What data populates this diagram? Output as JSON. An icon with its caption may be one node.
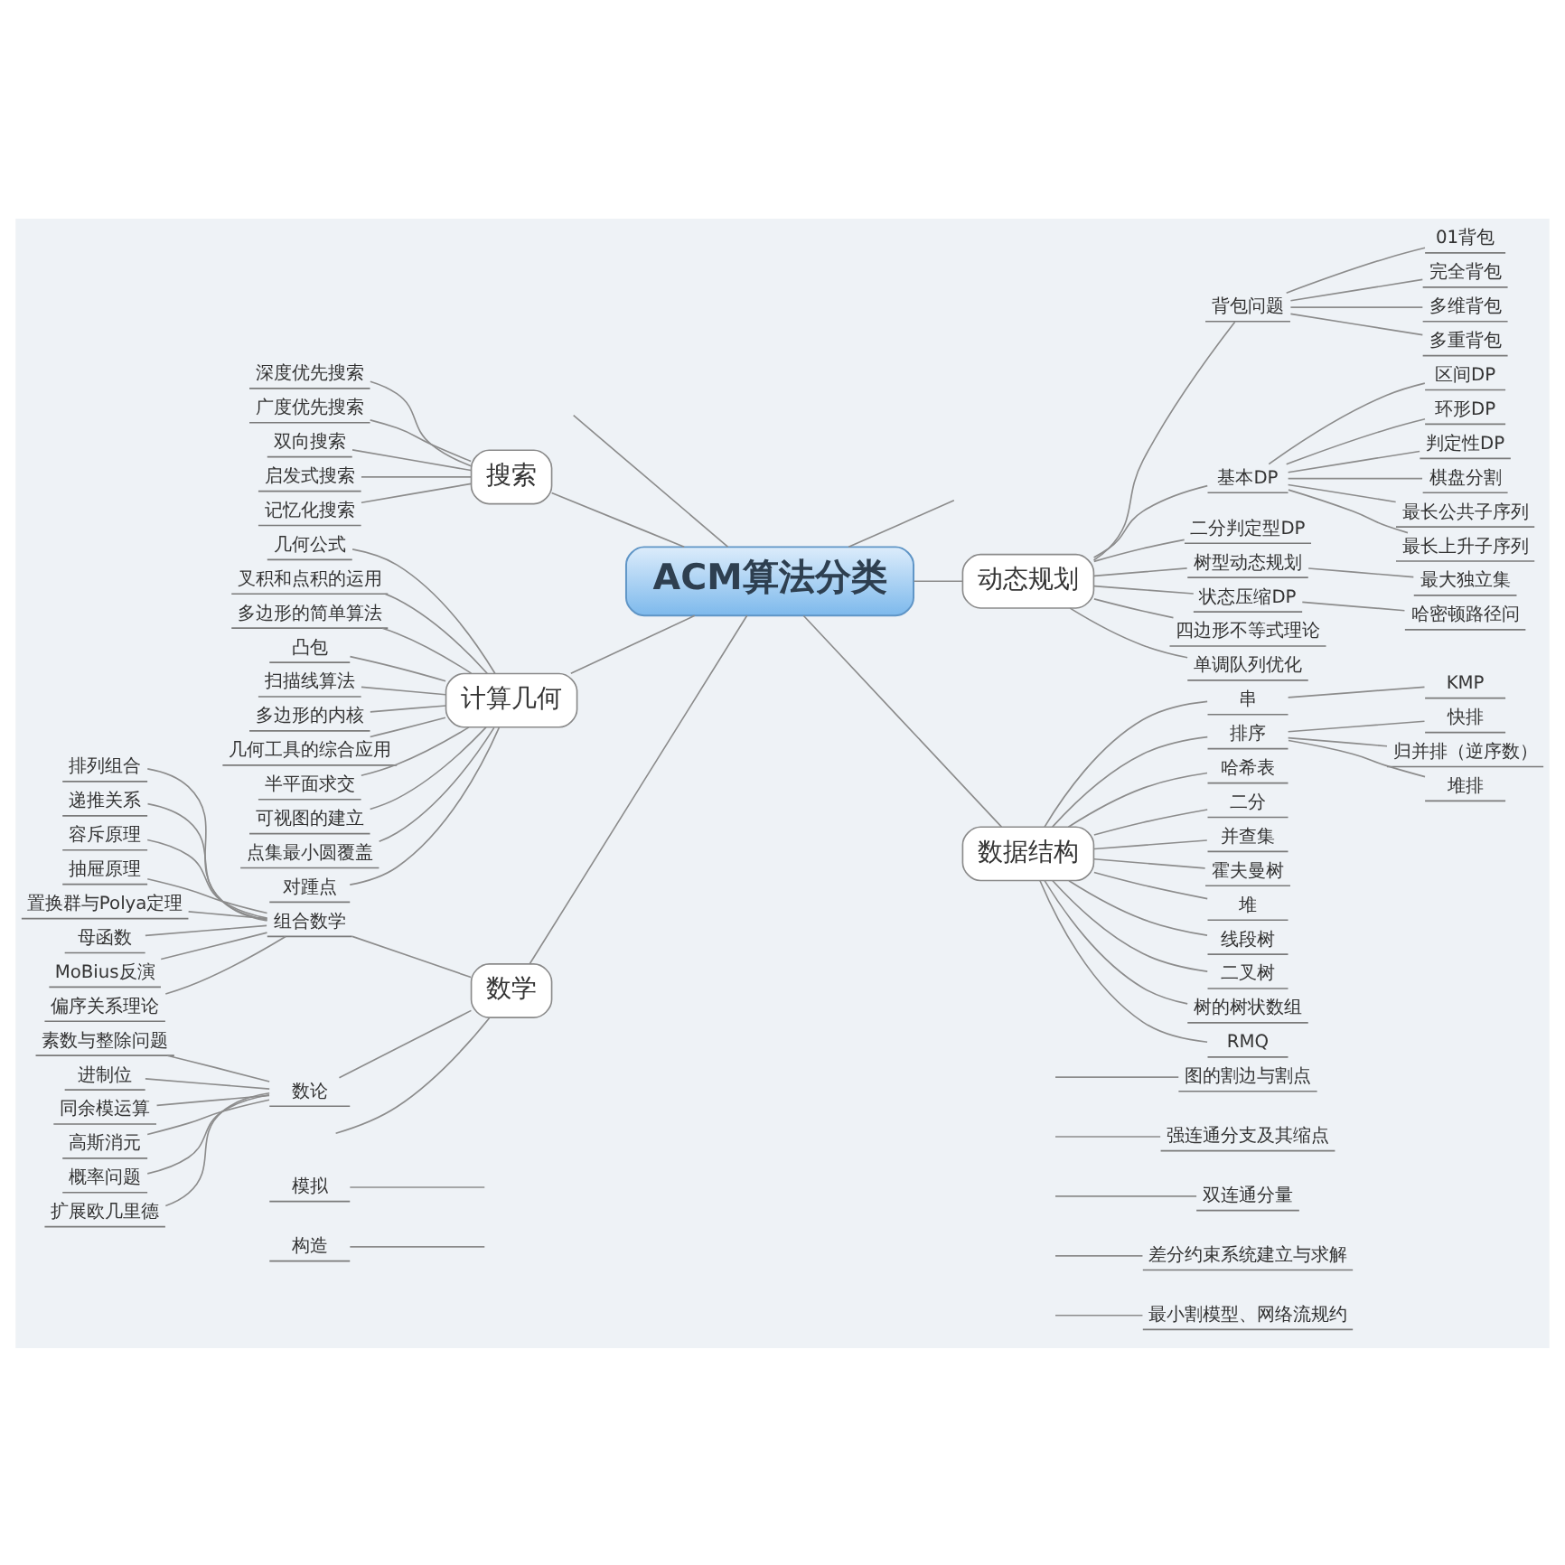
{
  "diagram": {
    "nodes": [
      {
        "text": [
          "ACM算法分类"
        ]
      },
      {
        "text": [
          "构造"
        ]
      },
      {
        "text": [
          "模拟"
        ]
      },
      {
        "text": [
          "搜索"
        ]
      },
      {
        "text": [
          "深度优先搜索"
        ]
      },
      {
        "text": [
          "广度优先搜索"
        ]
      },
      {
        "text": [
          "双向搜索"
        ]
      },
      {
        "text": [
          "启发式搜索"
        ]
      },
      {
        "text": [
          "记忆化搜索"
        ]
      },
      {
        "text": [
          "计算几何"
        ]
      },
      {
        "text": [
          "几何公式"
        ]
      },
      {
        "text": [
          "叉积和点积的运用"
        ]
      },
      {
        "text": [
          "多边形的简单算法"
        ]
      },
      {
        "text": [
          "凸包"
        ]
      },
      {
        "text": [
          "扫描线算法"
        ]
      },
      {
        "text": [
          "多边形的内核"
        ]
      },
      {
        "text": [
          "几何工具的综合应用"
        ]
      },
      {
        "text": [
          "半平面求交"
        ]
      },
      {
        "text": [
          "可视图的建立"
        ]
      },
      {
        "text": [
          "点集最小圆覆盖"
        ]
      },
      {
        "text": [
          "对踵点"
        ]
      },
      {
        "text": [
          "数学"
        ]
      },
      {
        "text": [
          "组合数学"
        ]
      },
      {
        "text": [
          "排列组合"
        ]
      },
      {
        "text": [
          "递推关系"
        ]
      },
      {
        "text": [
          "容斥原理"
        ]
      },
      {
        "text": [
          "抽屉原理"
        ]
      },
      {
        "text": [
          "置换群与Polya定理"
        ]
      },
      {
        "text": [
          "母函数"
        ]
      },
      {
        "text": [
          "MoBius反演"
        ]
      },
      {
        "text": [
          "偏序关系理论"
        ]
      },
      {
        "text": [
          "数论"
        ]
      },
      {
        "text": [
          "素数与整除问题"
        ]
      },
      {
        "text": [
          "进制位"
        ]
      },
      {
        "text": [
          "同余模运算"
        ]
      },
      {
        "text": [
          "高斯消元"
        ]
      },
      {
        "text": [
          "概率问题"
        ]
      },
      {
        "text": [
          "扩展欧几里德"
        ]
      },
      {
        "text": [
          "最小割模型、网络流规约"
        ]
      },
      {
        "text": [
          "差分约束系统建立与求解"
        ]
      },
      {
        "text": [
          "双连通分量"
        ]
      },
      {
        "text": [
          "强连通分支及其缩点"
        ]
      },
      {
        "text": [
          "图的割边与割点"
        ]
      },
      {
        "text": [
          "动态规划"
        ]
      },
      {
        "text": [
          "背包问题"
        ]
      },
      {
        "text": [
          "01背包"
        ]
      },
      {
        "text": [
          "完全背包"
        ]
      },
      {
        "text": [
          "多维背包"
        ]
      },
      {
        "text": [
          "多重背包"
        ]
      },
      {
        "text": [
          "基本DP"
        ]
      },
      {
        "text": [
          "区间DP"
        ]
      },
      {
        "text": [
          "环形DP"
        ]
      },
      {
        "text": [
          "判定性DP"
        ]
      },
      {
        "text": [
          "棋盘分割"
        ]
      },
      {
        "text": [
          "最长公共子序列"
        ]
      },
      {
        "text": [
          "最长上升子序列"
        ]
      },
      {
        "text": [
          "二分判定型DP"
        ]
      },
      {
        "text": [
          "树型动态规划"
        ]
      },
      {
        "text": [
          "最大独立集"
        ]
      },
      {
        "text": [
          "状态压缩DP"
        ]
      },
      {
        "text": [
          "哈密顿路径问"
        ]
      },
      {
        "text": [
          "四边形不等式理论"
        ]
      },
      {
        "text": [
          "单调队列优化"
        ]
      },
      {
        "text": [
          "数据结构"
        ]
      },
      {
        "text": [
          "串"
        ]
      },
      {
        "text": [
          "KMP"
        ]
      },
      {
        "text": [
          "排序"
        ]
      },
      {
        "text": [
          "快排"
        ]
      },
      {
        "text": [
          "归并排（逆序数）"
        ]
      },
      {
        "text": [
          "堆排"
        ]
      },
      {
        "text": [
          "哈希表"
        ]
      },
      {
        "text": [
          "二分"
        ]
      },
      {
        "text": [
          "并查集"
        ]
      },
      {
        "text": [
          "霍夫曼树"
        ]
      },
      {
        "text": [
          "堆"
        ]
      },
      {
        "text": [
          "线段树"
        ]
      },
      {
        "text": [
          "二叉树"
        ]
      },
      {
        "text": [
          "树的树状数组"
        ]
      },
      {
        "text": [
          "RMQ"
        ]
      }
    ],
    "edges": [
      {
        "from": 0,
        "to": null,
        "arrow": "none"
      },
      {
        "from": 0,
        "to": null,
        "arrow": "none"
      },
      {
        "from": null,
        "to": 1,
        "arrow": "none"
      },
      {
        "from": null,
        "to": 2,
        "arrow": "none"
      },
      {
        "from": 0,
        "to": 3,
        "arrow": "none"
      },
      {
        "from": 3,
        "to": 4,
        "arrow": "none"
      },
      {
        "from": 3,
        "to": 5,
        "arrow": "none"
      },
      {
        "from": 3,
        "to": 6,
        "arrow": "none"
      },
      {
        "from": 3,
        "to": 7,
        "arrow": "none"
      },
      {
        "from": 3,
        "to": 8,
        "arrow": "none"
      },
      {
        "from": 0,
        "to": 9,
        "arrow": "none"
      },
      {
        "from": 9,
        "to": 10,
        "arrow": "none"
      },
      {
        "from": 9,
        "to": 11,
        "arrow": "none"
      },
      {
        "from": 9,
        "to": 12,
        "arrow": "none"
      },
      {
        "from": 9,
        "to": 13,
        "arrow": "none"
      },
      {
        "from": 9,
        "to": 14,
        "arrow": "none"
      },
      {
        "from": 9,
        "to": 15,
        "arrow": "none"
      },
      {
        "from": 9,
        "to": 16,
        "arrow": "none"
      },
      {
        "from": 9,
        "to": 17,
        "arrow": "none"
      },
      {
        "from": 9,
        "to": 18,
        "arrow": "none"
      },
      {
        "from": 9,
        "to": 19,
        "arrow": "none"
      },
      {
        "from": 9,
        "to": 20,
        "arrow": "none"
      },
      {
        "from": 0,
        "to": 21,
        "arrow": "none"
      },
      {
        "from": 21,
        "to": 22,
        "arrow": "none"
      },
      {
        "from": 22,
        "to": 23,
        "arrow": "none"
      },
      {
        "from": 22,
        "to": 24,
        "arrow": "none"
      },
      {
        "from": 22,
        "to": 25,
        "arrow": "none"
      },
      {
        "from": 22,
        "to": 26,
        "arrow": "none"
      },
      {
        "from": 22,
        "to": 27,
        "arrow": "none"
      },
      {
        "from": 22,
        "to": 28,
        "arrow": "none"
      },
      {
        "from": 22,
        "to": 29,
        "arrow": "none"
      },
      {
        "from": 22,
        "to": 30,
        "arrow": "none"
      },
      {
        "from": 21,
        "to": 31,
        "arrow": "none"
      },
      {
        "from": 31,
        "to": 32,
        "arrow": "none"
      },
      {
        "from": 31,
        "to": 33,
        "arrow": "none"
      },
      {
        "from": 31,
        "to": 34,
        "arrow": "none"
      },
      {
        "from": 31,
        "to": 35,
        "arrow": "none"
      },
      {
        "from": 31,
        "to": 36,
        "arrow": "none"
      },
      {
        "from": 31,
        "to": 37,
        "arrow": "none"
      },
      {
        "from": 21,
        "to": null,
        "arrow": "none"
      },
      {
        "from": null,
        "to": 38,
        "arrow": "none"
      },
      {
        "from": null,
        "to": 39,
        "arrow": "none"
      },
      {
        "from": null,
        "to": 40,
        "arrow": "none"
      },
      {
        "from": null,
        "to": 41,
        "arrow": "none"
      },
      {
        "from": null,
        "to": 42,
        "arrow": "none"
      },
      {
        "from": 0,
        "to": 43,
        "arrow": "none"
      },
      {
        "from": 43,
        "to": 44,
        "arrow": "none"
      },
      {
        "from": 44,
        "to": 45,
        "arrow": "none"
      },
      {
        "from": 44,
        "to": 46,
        "arrow": "none"
      },
      {
        "from": 44,
        "to": 47,
        "arrow": "none"
      },
      {
        "from": 44,
        "to": 48,
        "arrow": "none"
      },
      {
        "from": 43,
        "to": 49,
        "arrow": "none"
      },
      {
        "from": 49,
        "to": 50,
        "arrow": "none"
      },
      {
        "from": 49,
        "to": 51,
        "arrow": "none"
      },
      {
        "from": 49,
        "to": 52,
        "arrow": "none"
      },
      {
        "from": 49,
        "to": 53,
        "arrow": "none"
      },
      {
        "from": 49,
        "to": 54,
        "arrow": "none"
      },
      {
        "from": 49,
        "to": 55,
        "arrow": "none"
      },
      {
        "from": 43,
        "to": 56,
        "arrow": "none"
      },
      {
        "from": 43,
        "to": 57,
        "arrow": "none"
      },
      {
        "from": 57,
        "to": 58,
        "arrow": "none"
      },
      {
        "from": 43,
        "to": 59,
        "arrow": "none"
      },
      {
        "from": 59,
        "to": 60,
        "arrow": "none"
      },
      {
        "from": 43,
        "to": 61,
        "arrow": "none"
      },
      {
        "from": 43,
        "to": 62,
        "arrow": "none"
      },
      {
        "from": 0,
        "to": 63,
        "arrow": "none"
      },
      {
        "from": 63,
        "to": 64,
        "arrow": "none"
      },
      {
        "from": 64,
        "to": 65,
        "arrow": "none"
      },
      {
        "from": 63,
        "to": 66,
        "arrow": "none"
      },
      {
        "from": 66,
        "to": 67,
        "arrow": "none"
      },
      {
        "from": 66,
        "to": 68,
        "arrow": "none"
      },
      {
        "from": 66,
        "to": 69,
        "arrow": "none"
      },
      {
        "from": 63,
        "to": 70,
        "arrow": "none"
      },
      {
        "from": 63,
        "to": 71,
        "arrow": "none"
      },
      {
        "from": 63,
        "to": 72,
        "arrow": "none"
      },
      {
        "from": 63,
        "to": 73,
        "arrow": "none"
      },
      {
        "from": 63,
        "to": 74,
        "arrow": "none"
      },
      {
        "from": 63,
        "to": 75,
        "arrow": "none"
      },
      {
        "from": 63,
        "to": 76,
        "arrow": "none"
      },
      {
        "from": 63,
        "to": 77,
        "arrow": "none"
      },
      {
        "from": 63,
        "to": 78,
        "arrow": "none"
      }
    ]
  }
}
